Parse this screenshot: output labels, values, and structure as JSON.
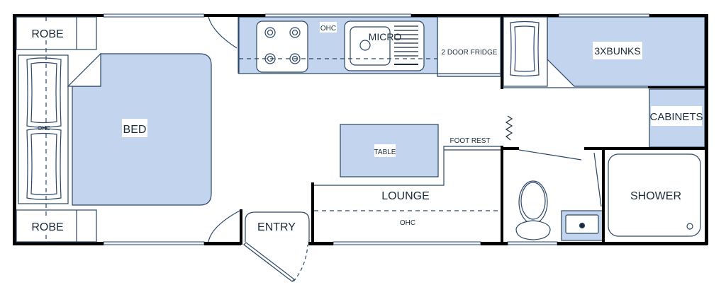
{
  "plan": {
    "colors": {
      "wall": "#000000",
      "line": "#2b4666",
      "fill": "#c3d5ee",
      "window": "#eef2f8"
    },
    "rooms": {
      "robe_top": "ROBE",
      "robe_bottom": "ROBE",
      "bed": "BED",
      "ohc_bed": "OHC",
      "ohc_kitchen": "OHC",
      "micro": "MICRO",
      "fridge": "2 DOOR FRIDGE",
      "bunks": "3XBUNKS",
      "cabinets": "CABINETS",
      "table": "TABLE",
      "foot_rest": "FOOT REST",
      "lounge": "LOUNGE",
      "ohc_lounge": "OHC",
      "entry": "ENTRY",
      "shower": "SHOWER"
    }
  }
}
